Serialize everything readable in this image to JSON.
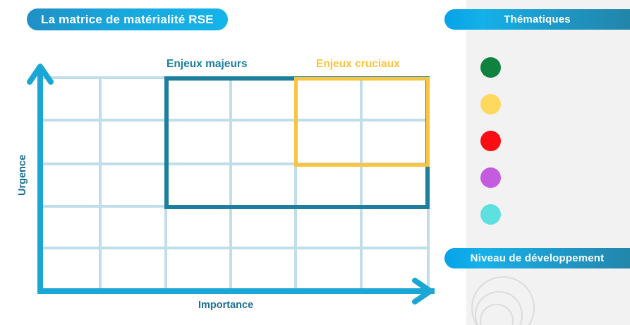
{
  "header": {
    "title": "La matrice de matérialité RSE"
  },
  "chart": {
    "axis_x_label": "Importance",
    "axis_y_label": "Urgence",
    "zones": [
      {
        "key": "majeurs",
        "label": "Enjeux majeurs",
        "color": "#1d7e9e"
      },
      {
        "key": "cruciaux",
        "label": "Enjeux cruciaux",
        "color": "#f9c440"
      }
    ],
    "grid": {
      "columns": 6,
      "rows": 5,
      "line_color": "#bfdeea",
      "axis_color": "#1aa7d6"
    }
  },
  "sidebar": {
    "thematiques": {
      "title": "Thématiques",
      "dots": [
        {
          "name": "thematique-dot-green",
          "color": "#108240"
        },
        {
          "name": "thematique-dot-yellow",
          "color": "#ffd95e"
        },
        {
          "name": "thematique-dot-red",
          "color": "#fa0d13"
        },
        {
          "name": "thematique-dot-purple",
          "color": "#c濃"
        }
      ]
    },
    "niveau": {
      "title": "Niveau de développement"
    }
  },
  "legend_colors": {
    "green": "#108240",
    "yellow": "#ffd95e",
    "red": "#fa0d13",
    "purple": "#c濃",
    "cyan": "#5fe0e0"
  },
  "chart_data": {
    "type": "scatter",
    "title": "La matrice de matérialité RSE",
    "xlabel": "Importance",
    "ylabel": "Urgence",
    "grid": true,
    "x_columns": 6,
    "y_rows": 5,
    "series": [],
    "annotations": [
      {
        "label": "Enjeux majeurs",
        "color": "#1d7e9e",
        "x_range": [
          2,
          6
        ],
        "y_range": [
          2,
          5
        ]
      },
      {
        "label": "Enjeux cruciaux",
        "color": "#f9c440",
        "x_range": [
          4,
          6
        ],
        "y_range": [
          3,
          5
        ]
      }
    ],
    "legend_position": "right"
  }
}
